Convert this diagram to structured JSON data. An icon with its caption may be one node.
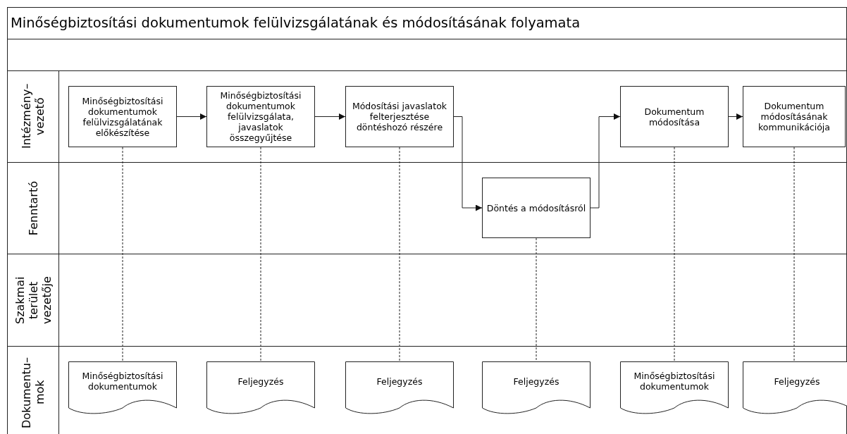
{
  "diagram": {
    "title": "Minőségbiztosítási dokumentumok felülvizsgálatának és módosításának folyamata",
    "nodes": [
      {
        "text": [
          "Intézmény– vezető"
        ]
      },
      {
        "text": [
          "Fenntartó"
        ]
      },
      {
        "text": [
          "Szakmai terület vezetője"
        ]
      },
      {
        "text": [
          "Dokumentu– mok"
        ]
      },
      {
        "text": [
          "Minőségbiztosítási dokumentumok felülvizsgálatának előkészítése"
        ]
      },
      {
        "text": [
          "Minőségbiztosítási dokumentumok felülvizsgálata, javaslatok összegyűjtése"
        ]
      },
      {
        "text": [
          "Módosítási javaslatok felterjesztése döntéshozó részére"
        ]
      },
      {
        "text": [
          "Döntés a módosításról"
        ]
      },
      {
        "text": [
          "Dokumentum módosítása"
        ]
      },
      {
        "text": [
          "Dokumentum módosításának kommunikációja"
        ]
      },
      {
        "text": [
          "Minőségbiztosítási dokumentumok"
        ]
      },
      {
        "text": [
          "Feljegyzés"
        ]
      },
      {
        "text": [
          "Feljegyzés"
        ]
      },
      {
        "text": [
          "Feljegyzés"
        ]
      },
      {
        "text": [
          "Minőségbiztosítási dokumentumok"
        ]
      },
      {
        "text": [
          "Feljegyzés"
        ]
      }
    ],
    "edges": [
      {
        "from": 4,
        "to": 5,
        "arrow": "to"
      },
      {
        "from": 5,
        "to": 6,
        "arrow": "to"
      },
      {
        "from": 6,
        "to": 7,
        "arrow": "to"
      },
      {
        "from": 7,
        "to": 8,
        "arrow": "to"
      },
      {
        "from": 8,
        "to": 9,
        "arrow": "to"
      },
      {
        "from": 4,
        "to": 10,
        "arrow": "none",
        "style": "dashed"
      },
      {
        "from": 5,
        "to": 11,
        "arrow": "none",
        "style": "dashed"
      },
      {
        "from": 6,
        "to": 12,
        "arrow": "none",
        "style": "dashed"
      },
      {
        "from": 7,
        "to": 13,
        "arrow": "none",
        "style": "dashed"
      },
      {
        "from": 8,
        "to": 14,
        "arrow": "none",
        "style": "dashed"
      },
      {
        "from": 9,
        "to": 15,
        "arrow": "none",
        "style": "dashed"
      }
    ]
  }
}
